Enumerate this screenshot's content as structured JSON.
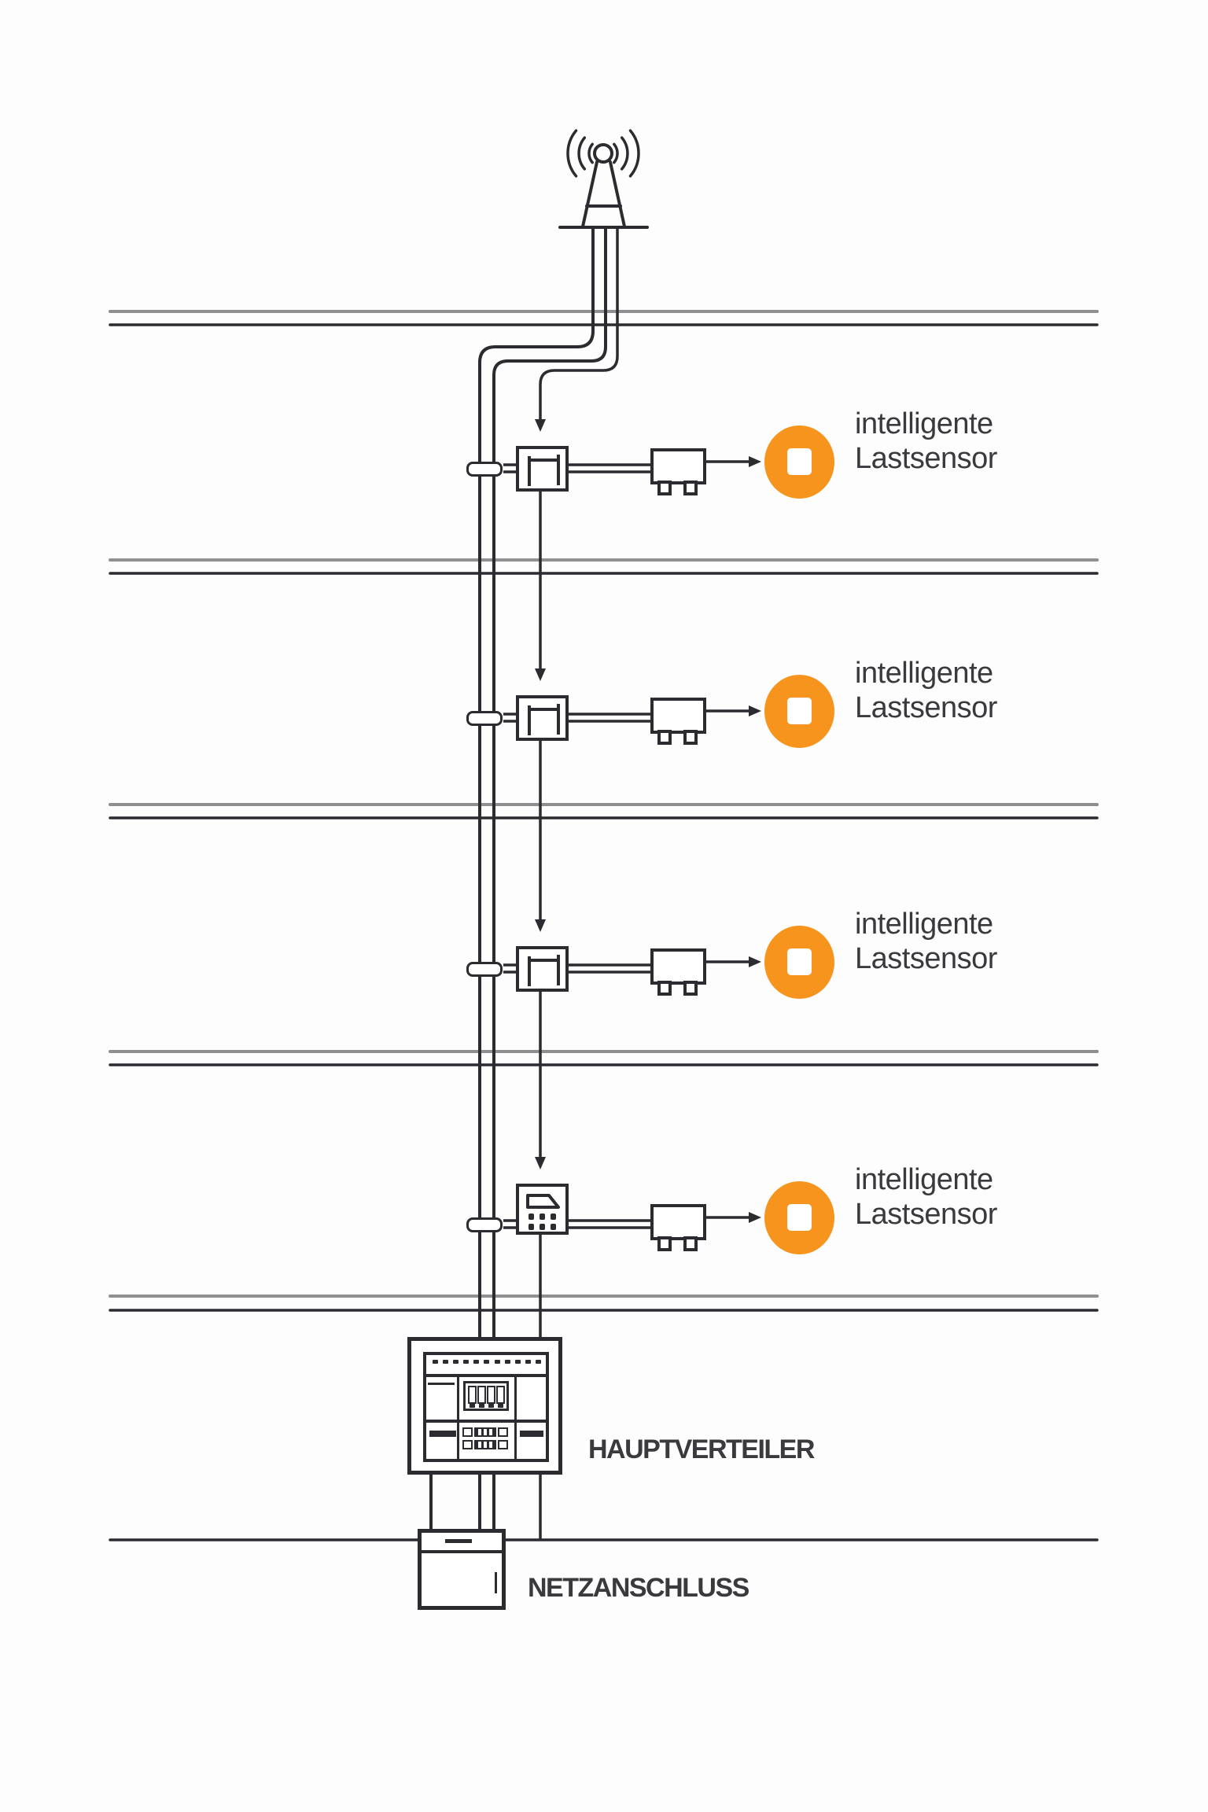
{
  "palette": {
    "accent_orange": "#F6941D",
    "line_dark": "#2B2B30",
    "line_gray": "#8F8F92",
    "text": "#3A3A3E",
    "background": "#FDFDFD"
  },
  "antenna": {
    "icon": "radio-antenna-with-waves"
  },
  "units": [
    {
      "line1": "intelligente",
      "line2": "Lastsensor"
    },
    {
      "line1": "intelligente",
      "line2": "Lastsensor"
    },
    {
      "line1": "intelligente",
      "line2": "Lastsensor"
    },
    {
      "line1": "intelligente",
      "line2": "Lastsensor"
    }
  ],
  "distribution": {
    "label": "HAUPTVERTEILER"
  },
  "grid_connection": {
    "label": "NETZANSCHLUSS"
  }
}
